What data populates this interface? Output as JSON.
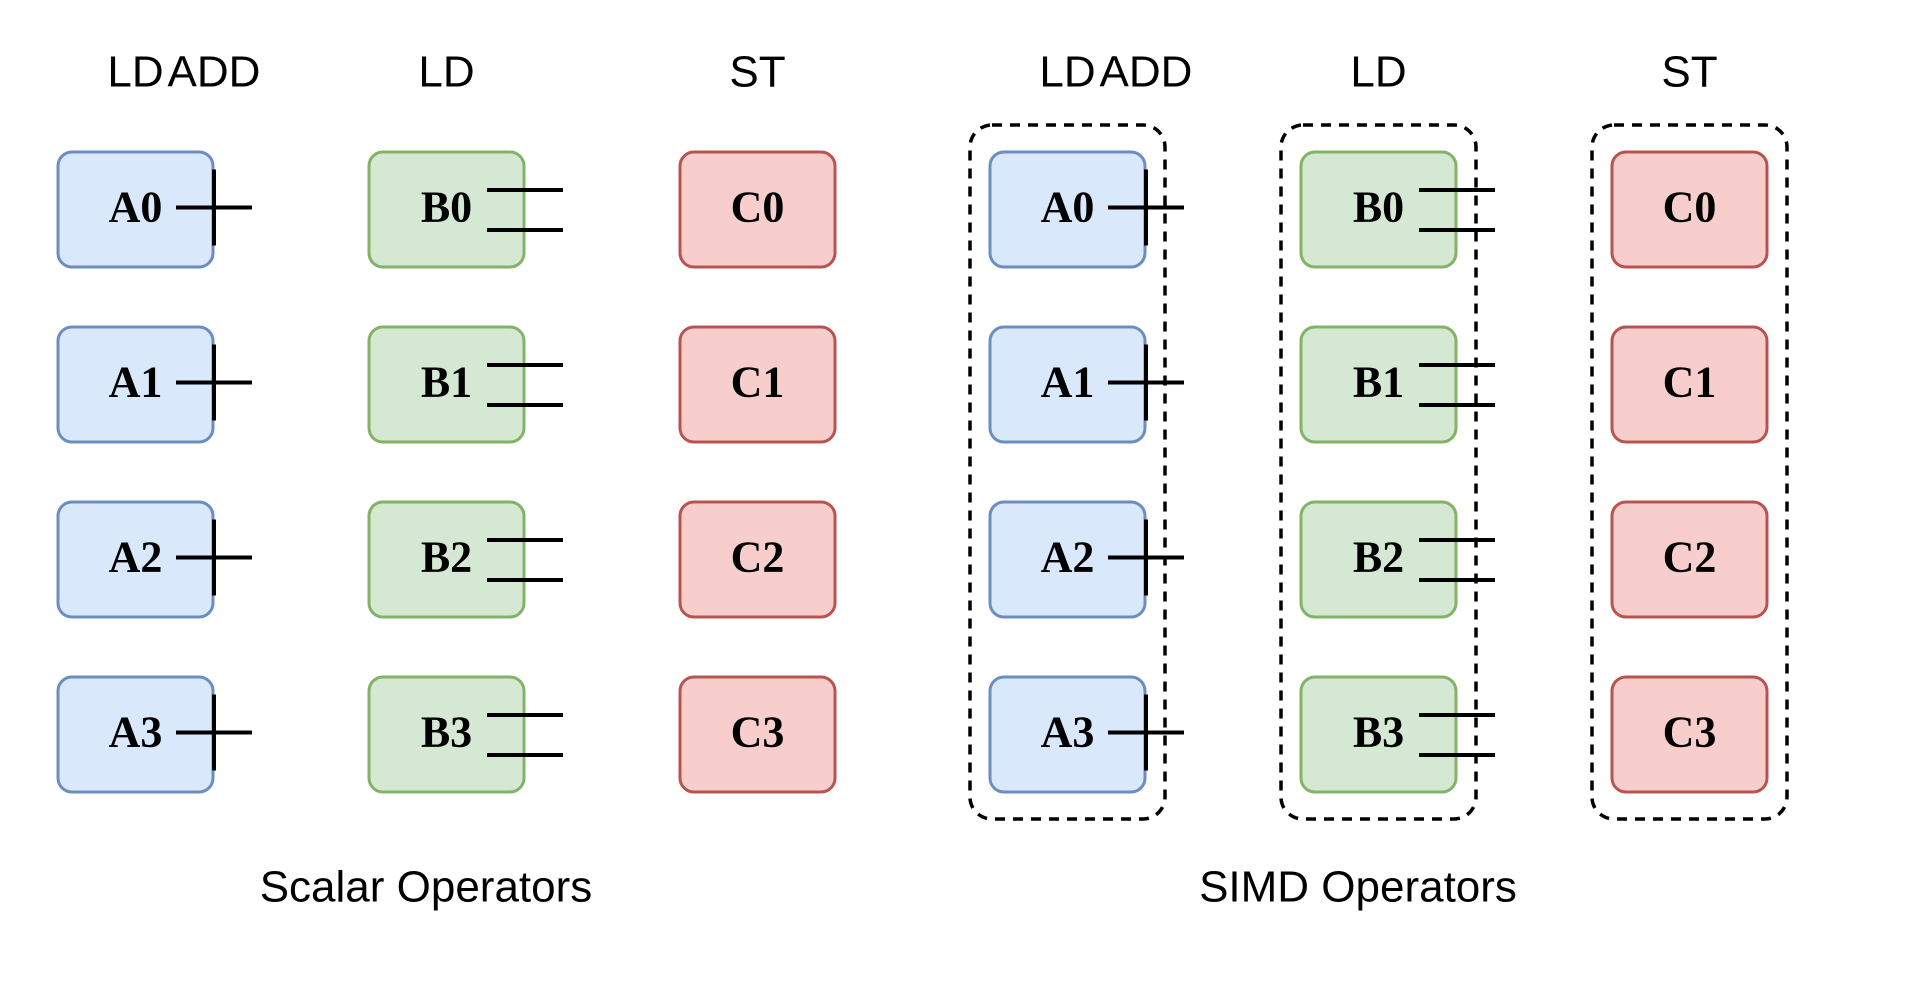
{
  "column_headers": [
    "LD",
    "ADD",
    "LD",
    "ST"
  ],
  "colors": {
    "a_fill": "#dae8fc",
    "a_stroke": "#6c8ebf",
    "b_fill": "#d5e8d4",
    "b_stroke": "#82b366",
    "c_fill": "#f8cecc",
    "c_stroke": "#b85450"
  },
  "operators": {
    "add": "plus-icon",
    "equals": "equals-icon"
  },
  "panels": [
    {
      "id": "scalar",
      "caption": "Scalar Operators",
      "grouped": false,
      "rows": [
        {
          "a": "A0",
          "b": "B0",
          "c": "C0"
        },
        {
          "a": "A1",
          "b": "B1",
          "c": "C1"
        },
        {
          "a": "A2",
          "b": "B2",
          "c": "C2"
        },
        {
          "a": "A3",
          "b": "B3",
          "c": "C3"
        }
      ]
    },
    {
      "id": "simd",
      "caption": "SIMD Operators",
      "grouped": true,
      "rows": [
        {
          "a": "A0",
          "b": "B0",
          "c": "C0"
        },
        {
          "a": "A1",
          "b": "B1",
          "c": "C1"
        },
        {
          "a": "A2",
          "b": "B2",
          "c": "C2"
        },
        {
          "a": "A3",
          "b": "B3",
          "c": "C3"
        }
      ]
    }
  ]
}
